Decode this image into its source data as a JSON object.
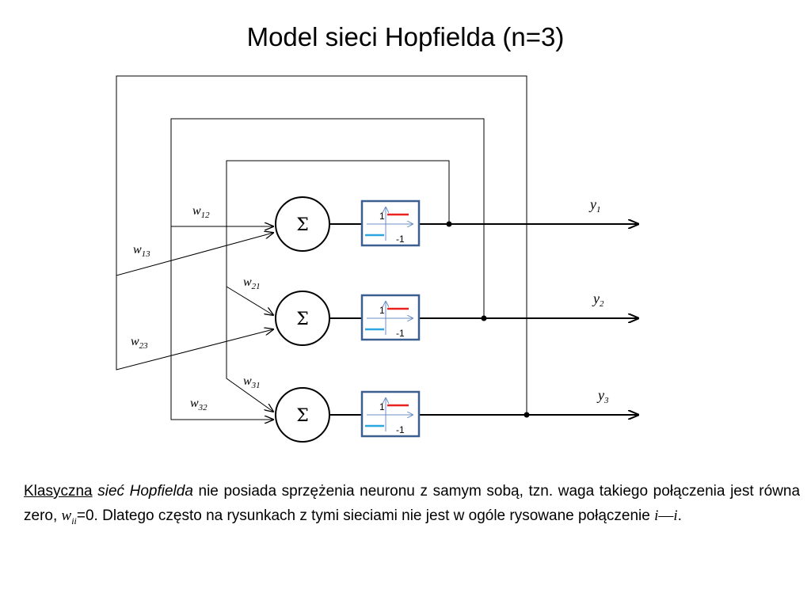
{
  "title": "Model sieci Hopfielda (n=3)",
  "outputs": [
    {
      "label": "y",
      "sub": "1"
    },
    {
      "label": "y",
      "sub": "2"
    },
    {
      "label": "y",
      "sub": "3"
    }
  ],
  "weights": {
    "w12": {
      "label": "w",
      "sub": "12"
    },
    "w13": {
      "label": "w",
      "sub": "13"
    },
    "w21": {
      "label": "w",
      "sub": "21"
    },
    "w23": {
      "label": "w",
      "sub": "23"
    },
    "w31": {
      "label": "w",
      "sub": "31"
    },
    "w32": {
      "label": "w",
      "sub": "32"
    }
  },
  "sum_symbol": "Σ",
  "activation": {
    "high": "1",
    "low": "-1",
    "high_color": "#e8231f",
    "low_color": "#2aa6e0",
    "box_color": "#3b5f8f"
  },
  "caption": {
    "part1": "Klasyczna",
    "part2": "sieć Hopfielda",
    "part3": " nie posiada sprzężenia neuronu z samym sobą, tzn. waga takiego połączenia jest równa zero, ",
    "wii_base": "w",
    "wii_sub": "ii",
    "part4": "=0. Dlatego często na rysunkach z tymi sieciami nie jest w ogóle rysowane połączenie ",
    "i1": "i",
    "dash": "—",
    "i2": "i",
    "end": "."
  }
}
